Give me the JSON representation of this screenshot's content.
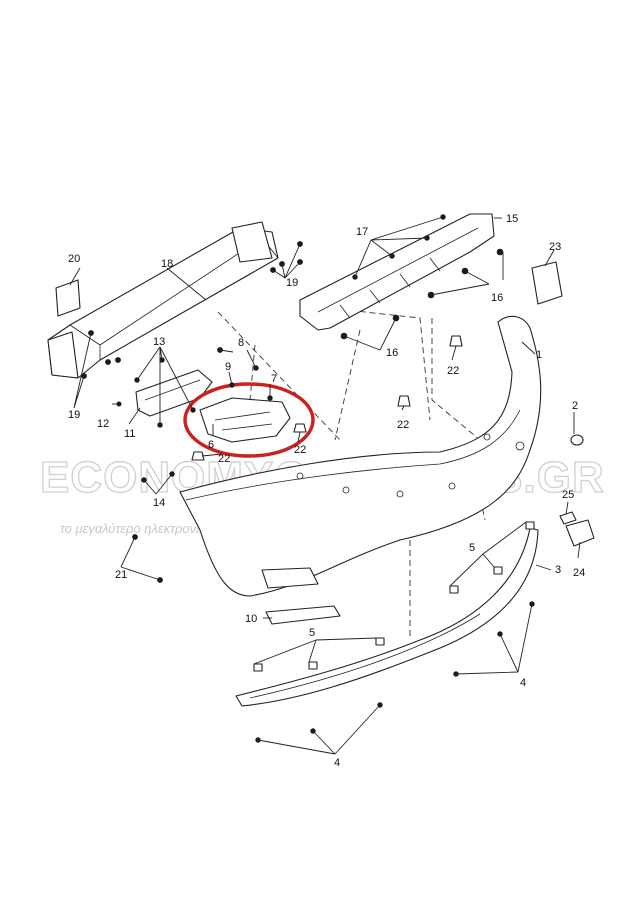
{
  "watermark": {
    "brand": "ECONOMYCARPARTS.GR",
    "tagline": "το μεγαλύτερο ηλεκτρονικό κατάστημα ανταλλακτικών"
  },
  "callouts": [
    {
      "id": "c1",
      "text": "1"
    },
    {
      "id": "c2",
      "text": "2"
    },
    {
      "id": "c3",
      "text": "3"
    },
    {
      "id": "c4a",
      "text": "4"
    },
    {
      "id": "c4b",
      "text": "4"
    },
    {
      "id": "c5a",
      "text": "5"
    },
    {
      "id": "c5b",
      "text": "5"
    },
    {
      "id": "c6",
      "text": "6"
    },
    {
      "id": "c7",
      "text": "7"
    },
    {
      "id": "c8",
      "text": "8"
    },
    {
      "id": "c9",
      "text": "9"
    },
    {
      "id": "c10",
      "text": "10"
    },
    {
      "id": "c11",
      "text": "11"
    },
    {
      "id": "c12",
      "text": "12"
    },
    {
      "id": "c13",
      "text": "13"
    },
    {
      "id": "c14",
      "text": "14"
    },
    {
      "id": "c15",
      "text": "15"
    },
    {
      "id": "c16a",
      "text": "16"
    },
    {
      "id": "c16b",
      "text": "16"
    },
    {
      "id": "c17",
      "text": "17"
    },
    {
      "id": "c18",
      "text": "18"
    },
    {
      "id": "c19a",
      "text": "19"
    },
    {
      "id": "c19b",
      "text": "19"
    },
    {
      "id": "c20",
      "text": "20"
    },
    {
      "id": "c21",
      "text": "21"
    },
    {
      "id": "c22a",
      "text": "22"
    },
    {
      "id": "c22b",
      "text": "22"
    },
    {
      "id": "c22c",
      "text": "22"
    },
    {
      "id": "c22d",
      "text": "22"
    },
    {
      "id": "c23",
      "text": "23"
    },
    {
      "id": "c24",
      "text": "24"
    },
    {
      "id": "c25",
      "text": "25"
    }
  ],
  "colors": {
    "line": "#222222",
    "highlight": "#cc1f1f",
    "watermark": "#d0d0d0"
  }
}
